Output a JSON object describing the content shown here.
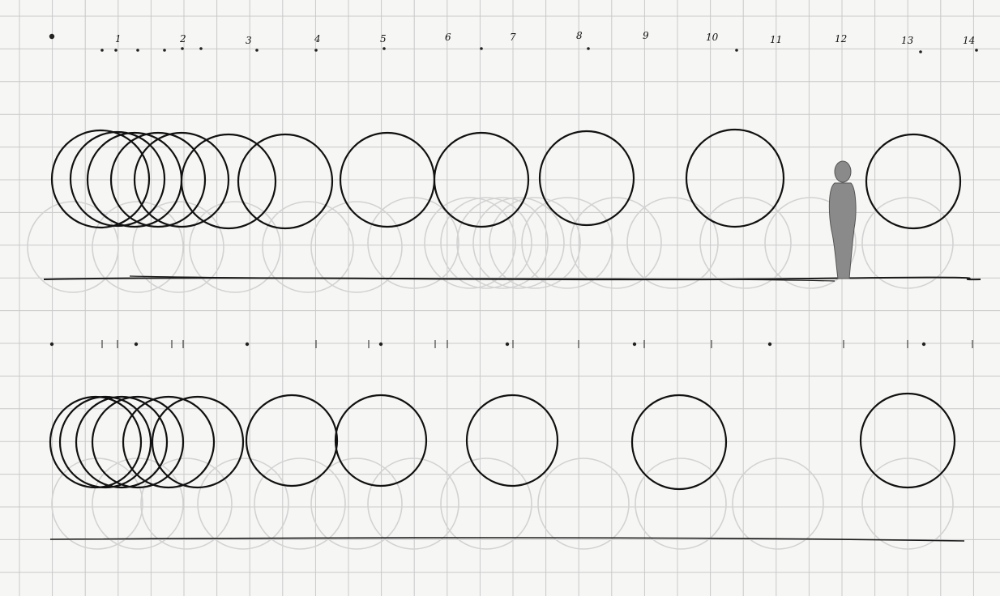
{
  "top_scale": {
    "labels": [
      "1",
      "2",
      "3",
      "4",
      "5",
      "6",
      "7",
      "8",
      "9",
      "10",
      "11",
      "12",
      "13",
      "14"
    ]
  },
  "colors": {
    "ink": "#111111",
    "pencil": "#d2d2d2",
    "grid": "#c9c9c9",
    "paper": "#f6f6f4",
    "figure": "#8a8a8a"
  }
}
